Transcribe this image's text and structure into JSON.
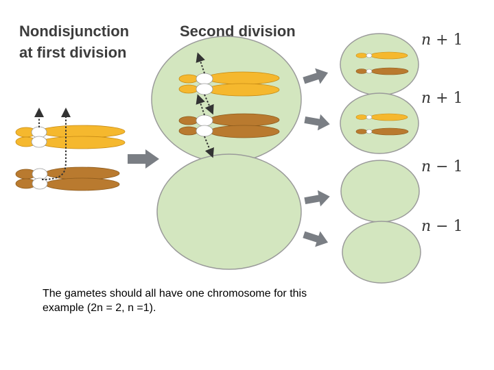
{
  "headings": {
    "first_division": [
      "Nondisjunction",
      "at first division"
    ],
    "second_division": "Second division"
  },
  "gamete_labels": [
    {
      "variable": "n",
      "operator": "+",
      "number": "1"
    },
    {
      "variable": "n",
      "operator": "+",
      "number": "1"
    },
    {
      "variable": "n",
      "operator": "−",
      "number": "1"
    },
    {
      "variable": "n",
      "operator": "−",
      "number": "1"
    }
  ],
  "caption_lines": [
    "The gametes should all have one chromosome for this",
    "example (2n = 2, n =1)."
  ],
  "colors": {
    "cell_fill": "#d3e6bf",
    "cell_stroke": "#9a9a9a",
    "chromosome_gold": "#f5b82e",
    "chromosome_brown": "#b97a2f",
    "arrow": "#7a7e84"
  }
}
